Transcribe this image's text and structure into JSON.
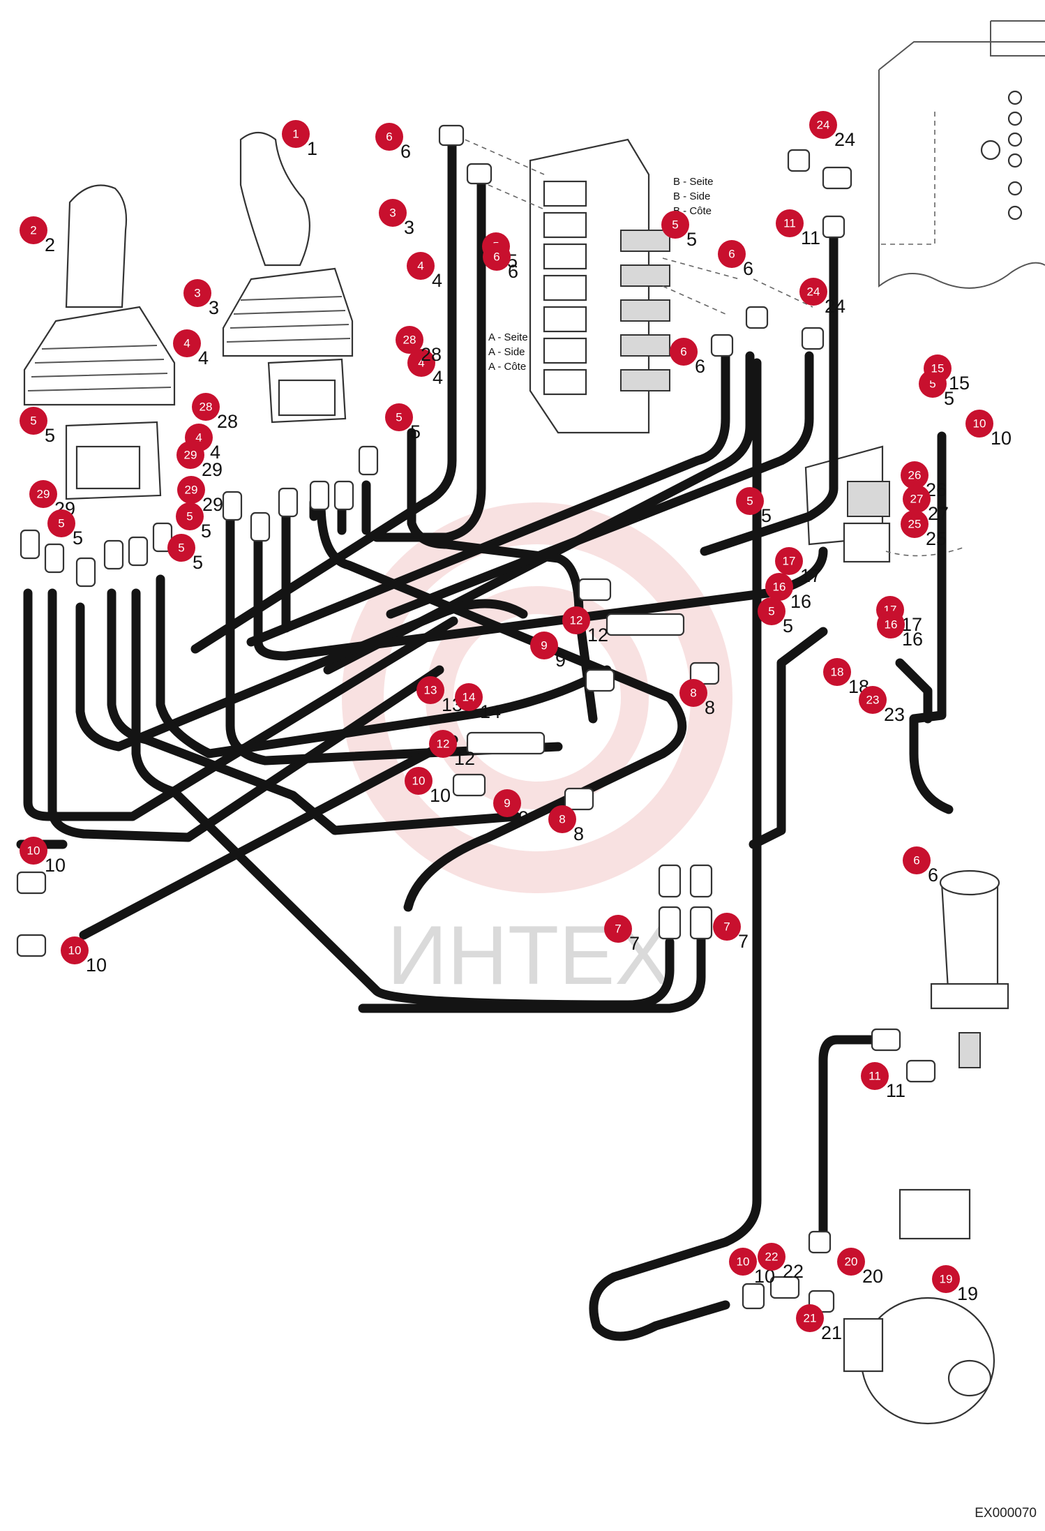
{
  "watermark_text": "ИНТЕХ",
  "reference_code": "EX000070",
  "side_labels": {
    "b_side": [
      "B - Seite",
      "B - Side",
      "B - Côte"
    ],
    "a_side": [
      "A - Seite",
      "A - Side",
      "A - Côte"
    ]
  },
  "callouts": [
    {
      "label": "1"
    },
    {
      "label": "2"
    },
    {
      "label": "3"
    },
    {
      "label": "3"
    },
    {
      "label": "4"
    },
    {
      "label": "4"
    },
    {
      "label": "4"
    },
    {
      "label": "4"
    },
    {
      "label": "28"
    },
    {
      "label": "28"
    },
    {
      "label": "29"
    },
    {
      "label": "29"
    },
    {
      "label": "29"
    },
    {
      "label": "5"
    },
    {
      "label": "5"
    },
    {
      "label": "5"
    },
    {
      "label": "5"
    },
    {
      "label": "5"
    },
    {
      "label": "5"
    },
    {
      "label": "5"
    },
    {
      "label": "5"
    },
    {
      "label": "5"
    },
    {
      "label": "5"
    },
    {
      "label": "6"
    },
    {
      "label": "6"
    },
    {
      "label": "6"
    },
    {
      "label": "6"
    },
    {
      "label": "6"
    },
    {
      "label": "24"
    },
    {
      "label": "24"
    },
    {
      "label": "11"
    },
    {
      "label": "11"
    },
    {
      "label": "15"
    },
    {
      "label": "10"
    },
    {
      "label": "10"
    },
    {
      "label": "10"
    },
    {
      "label": "10"
    },
    {
      "label": "10"
    },
    {
      "label": "26"
    },
    {
      "label": "27"
    },
    {
      "label": "25"
    },
    {
      "label": "17"
    },
    {
      "label": "17"
    },
    {
      "label": "16"
    },
    {
      "label": "16"
    },
    {
      "label": "18"
    },
    {
      "label": "23"
    },
    {
      "label": "12"
    },
    {
      "label": "12"
    },
    {
      "label": "9"
    },
    {
      "label": "9"
    },
    {
      "label": "8"
    },
    {
      "label": "8"
    },
    {
      "label": "13"
    },
    {
      "label": "14"
    },
    {
      "label": "7"
    },
    {
      "label": "7"
    },
    {
      "label": "22"
    },
    {
      "label": "20"
    },
    {
      "label": "21"
    },
    {
      "label": "19"
    }
  ]
}
